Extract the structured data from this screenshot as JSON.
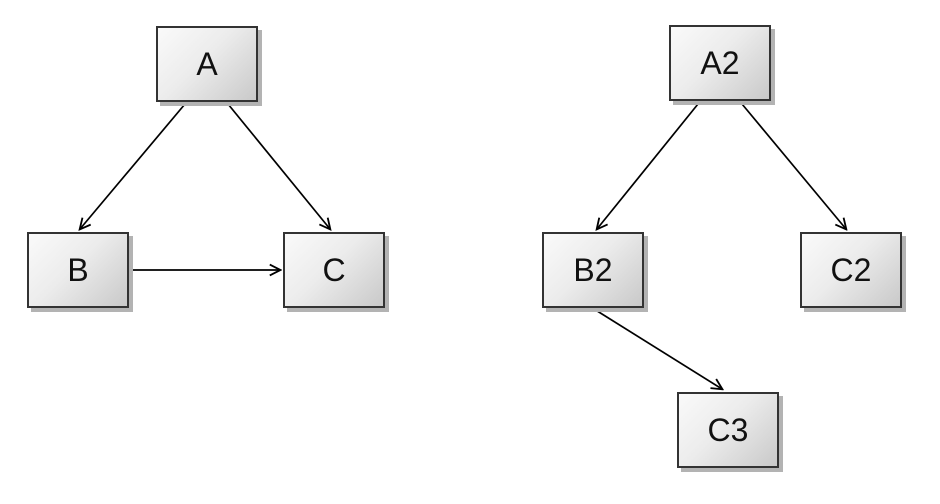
{
  "diagram": {
    "background_color": "#ffffff",
    "node_style": {
      "fill_gradient_start": "#fafafa",
      "fill_gradient_end": "#c9c9c9",
      "border_color": "#333333",
      "shadow_color": "#b3b3b3",
      "text_color": "#111111"
    },
    "edge_style": {
      "line_color": "#000000",
      "arrowhead": "open-stick"
    },
    "graphs": [
      {
        "name": "left-graph",
        "nodes": [
          {
            "id": "A",
            "label": "A"
          },
          {
            "id": "B",
            "label": "B"
          },
          {
            "id": "C",
            "label": "C"
          }
        ],
        "edges": [
          {
            "from": "A",
            "to": "B"
          },
          {
            "from": "A",
            "to": "C"
          },
          {
            "from": "B",
            "to": "C"
          }
        ]
      },
      {
        "name": "right-graph",
        "nodes": [
          {
            "id": "A2",
            "label": "A2"
          },
          {
            "id": "B2",
            "label": "B2"
          },
          {
            "id": "C2",
            "label": "C2"
          },
          {
            "id": "C3",
            "label": "C3"
          }
        ],
        "edges": [
          {
            "from": "A2",
            "to": "B2"
          },
          {
            "from": "A2",
            "to": "C2"
          },
          {
            "from": "B2",
            "to": "C3"
          }
        ]
      }
    ]
  }
}
